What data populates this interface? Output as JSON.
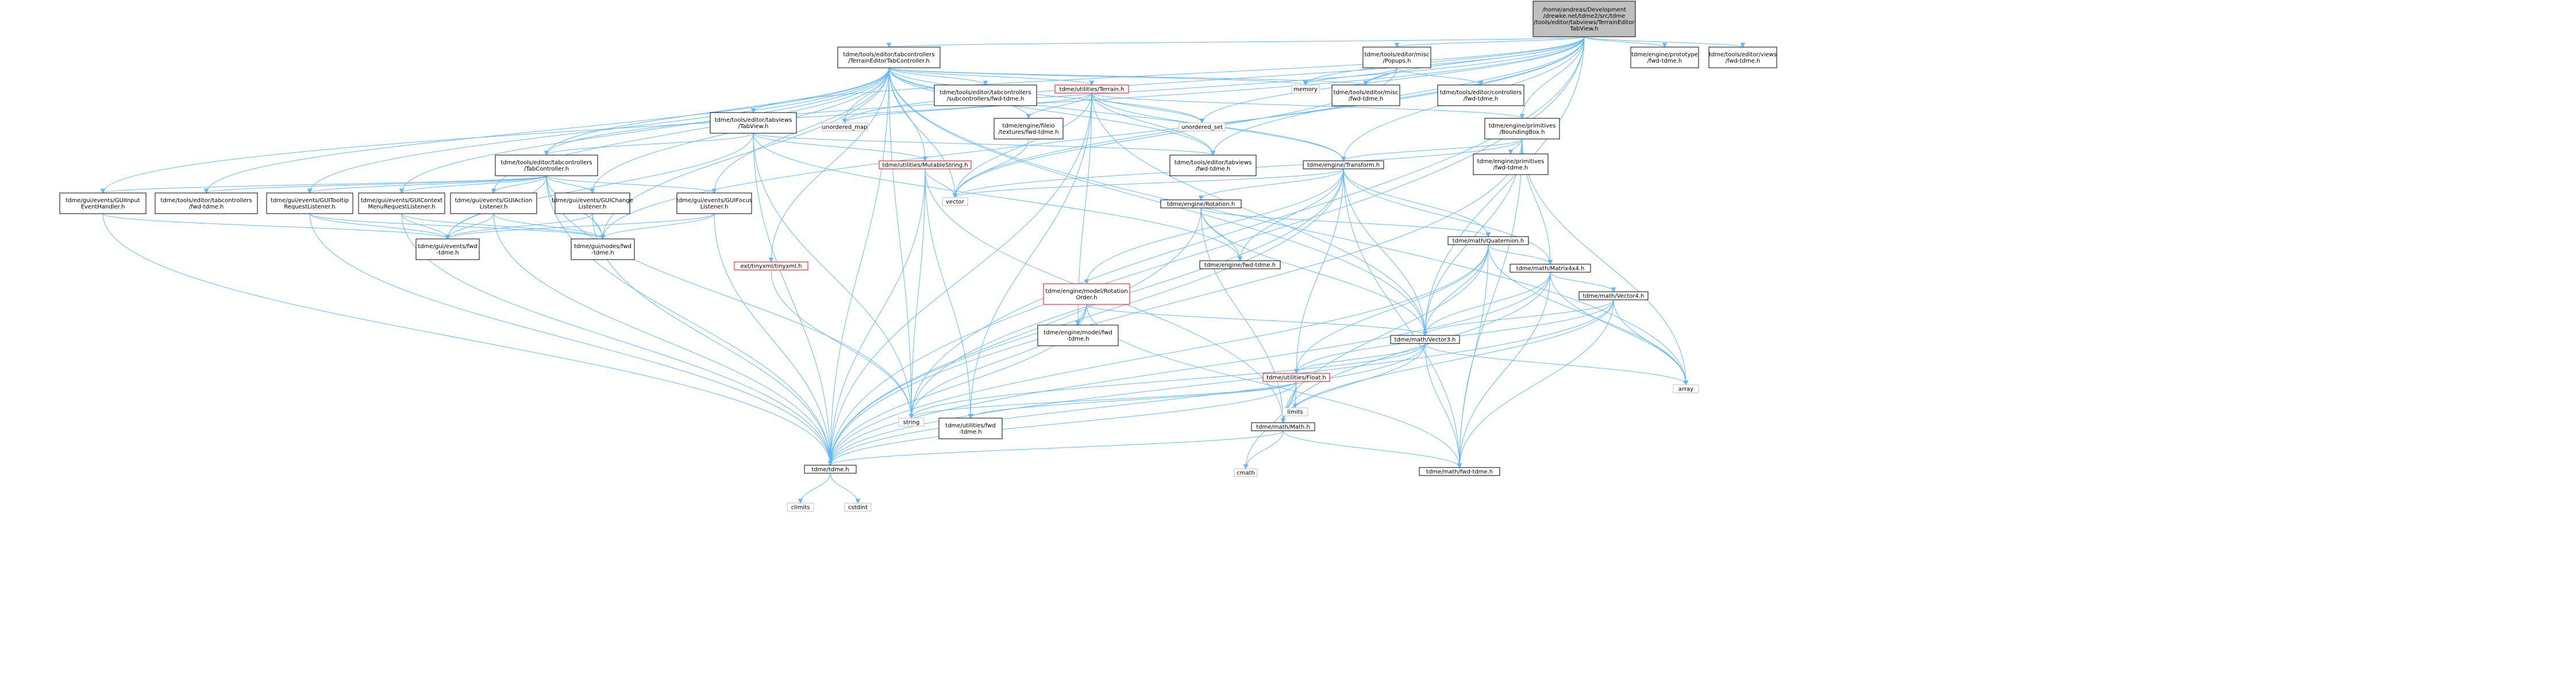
{
  "colors": {
    "edge": "#63b8ff",
    "node_border": "#000000",
    "external_border": "#bfbfbf",
    "external_text": "#7f7f7f",
    "root_fill": "#bfbfbf",
    "node_fill": "#ffffff",
    "truncated_border": "#ff0000"
  },
  "nodes": [
    {
      "id": "root",
      "lines": [
        "/home/andreas/Development",
        "/drewke.net/tdme2/src/tdme",
        "/tools/editor/tabviews/TerrainEditor",
        "TabView.h"
      ],
      "kind": "root"
    },
    {
      "id": "tec",
      "lines": [
        "tdme/tools/editor/tabcontrollers",
        "/TerrainEditorTabController.h"
      ],
      "kind": "normal"
    },
    {
      "id": "popups",
      "lines": [
        "tdme/tools/editor/misc",
        "/Popups.h"
      ],
      "kind": "normal"
    },
    {
      "id": "proto_fwd",
      "lines": [
        "tdme/engine/prototype",
        "/fwd-tdme.h"
      ],
      "kind": "normal"
    },
    {
      "id": "views_fwd",
      "lines": [
        "tdme/tools/editor/views",
        "/fwd-tdme.h"
      ],
      "kind": "normal"
    },
    {
      "id": "subctrl_fwd",
      "lines": [
        "tdme/tools/editor/tabcontrollers",
        "/subcontrollers/fwd-tdme.h"
      ],
      "kind": "normal"
    },
    {
      "id": "terrain",
      "lines": [
        "tdme/utilities/Terrain.h"
      ],
      "kind": "truncated"
    },
    {
      "id": "memory",
      "lines": [
        "memory"
      ],
      "kind": "external"
    },
    {
      "id": "misc_fwd",
      "lines": [
        "tdme/tools/editor/misc",
        "/fwd-tdme.h"
      ],
      "kind": "normal"
    },
    {
      "id": "ctrl_fwd",
      "lines": [
        "tdme/tools/editor/controllers",
        "/fwd-tdme.h"
      ],
      "kind": "normal"
    },
    {
      "id": "tabview",
      "lines": [
        "tdme/tools/editor/tabviews",
        "/TabView.h"
      ],
      "kind": "normal"
    },
    {
      "id": "unordered_map",
      "lines": [
        "unordered_map"
      ],
      "kind": "external"
    },
    {
      "id": "fileio_fwd",
      "lines": [
        "tdme/engine/fileio",
        "/textures/fwd-tdme.h"
      ],
      "kind": "normal"
    },
    {
      "id": "unordered_set",
      "lines": [
        "unordered_set"
      ],
      "kind": "external"
    },
    {
      "id": "bbox",
      "lines": [
        "tdme/engine/primitives",
        "/BoundingBox.h"
      ],
      "kind": "normal"
    },
    {
      "id": "tabctrl",
      "lines": [
        "tdme/tools/editor/tabcontrollers",
        "/TabController.h"
      ],
      "kind": "normal"
    },
    {
      "id": "mutstr",
      "lines": [
        "tdme/utilities/MutableString.h"
      ],
      "kind": "truncated"
    },
    {
      "id": "tabviews_fwd",
      "lines": [
        "tdme/tools/editor/tabviews",
        "/fwd-tdme.h"
      ],
      "kind": "normal"
    },
    {
      "id": "transform",
      "lines": [
        "tdme/engine/Transform.h"
      ],
      "kind": "normal"
    },
    {
      "id": "prim_fwd",
      "lines": [
        "tdme/engine/primitives",
        "/fwd-tdme.h"
      ],
      "kind": "normal"
    },
    {
      "id": "input_handler",
      "lines": [
        "tdme/gui/events/GUIInput",
        "EventHandler.h"
      ],
      "kind": "normal"
    },
    {
      "id": "tabctrl_fwd",
      "lines": [
        "tdme/tools/editor/tabcontrollers",
        "/fwd-tdme.h"
      ],
      "kind": "normal"
    },
    {
      "id": "tooltip",
      "lines": [
        "tdme/gui/events/GUITooltip",
        "RequestListener.h"
      ],
      "kind": "normal"
    },
    {
      "id": "contextmenu",
      "lines": [
        "tdme/gui/events/GUIContext",
        "MenuRequestListener.h"
      ],
      "kind": "normal"
    },
    {
      "id": "action",
      "lines": [
        "tdme/gui/events/GUIAction",
        "Listener.h"
      ],
      "kind": "normal"
    },
    {
      "id": "change",
      "lines": [
        "tdme/gui/events/GUIChange",
        "Listener.h"
      ],
      "kind": "normal"
    },
    {
      "id": "focus",
      "lines": [
        "tdme/gui/events/GUIFocus",
        "Listener.h"
      ],
      "kind": "normal"
    },
    {
      "id": "vector",
      "lines": [
        "vector"
      ],
      "kind": "external"
    },
    {
      "id": "rotation",
      "lines": [
        "tdme/engine/Rotation.h"
      ],
      "kind": "normal"
    },
    {
      "id": "events_fwd",
      "lines": [
        "tdme/gui/events/fwd",
        "-tdme.h"
      ],
      "kind": "normal"
    },
    {
      "id": "nodes_fwd",
      "lines": [
        "tdme/gui/nodes/fwd",
        "-tdme.h"
      ],
      "kind": "normal"
    },
    {
      "id": "tinyxml",
      "lines": [
        "ext/tinyxml/tinyxml.h"
      ],
      "kind": "truncated"
    },
    {
      "id": "engine_fwd",
      "lines": [
        "tdme/engine/fwd-tdme.h"
      ],
      "kind": "normal"
    },
    {
      "id": "quaternion",
      "lines": [
        "tdme/math/Quaternion.h"
      ],
      "kind": "normal"
    },
    {
      "id": "matrix",
      "lines": [
        "tdme/math/Matrix4x4.h"
      ],
      "kind": "normal"
    },
    {
      "id": "rotorder",
      "lines": [
        "tdme/engine/model/Rotation",
        "Order.h"
      ],
      "kind": "truncated"
    },
    {
      "id": "vector4",
      "lines": [
        "tdme/math/Vector4.h"
      ],
      "kind": "normal"
    },
    {
      "id": "model_fwd",
      "lines": [
        "tdme/engine/model/fwd",
        "-tdme.h"
      ],
      "kind": "normal"
    },
    {
      "id": "vector3",
      "lines": [
        "tdme/math/Vector3.h"
      ],
      "kind": "normal"
    },
    {
      "id": "float",
      "lines": [
        "tdme/utilities/Float.h"
      ],
      "kind": "truncated"
    },
    {
      "id": "array",
      "lines": [
        "array"
      ],
      "kind": "external"
    },
    {
      "id": "limits",
      "lines": [
        "limits"
      ],
      "kind": "external"
    },
    {
      "id": "string",
      "lines": [
        "string"
      ],
      "kind": "external"
    },
    {
      "id": "util_fwd",
      "lines": [
        "tdme/utilities/fwd",
        "-tdme.h"
      ],
      "kind": "normal"
    },
    {
      "id": "math",
      "lines": [
        "tdme/math/Math.h"
      ],
      "kind": "normal"
    },
    {
      "id": "cmath",
      "lines": [
        "cmath"
      ],
      "kind": "external"
    },
    {
      "id": "tdme",
      "lines": [
        "tdme/tdme.h"
      ],
      "kind": "normal"
    },
    {
      "id": "math_fwd",
      "lines": [
        "tdme/math/fwd-tdme.h"
      ],
      "kind": "normal"
    },
    {
      "id": "climits",
      "lines": [
        "climits"
      ],
      "kind": "external"
    },
    {
      "id": "cstdint",
      "lines": [
        "cstdint"
      ],
      "kind": "external"
    }
  ],
  "edges": [
    [
      "root",
      "tec"
    ],
    [
      "root",
      "popups"
    ],
    [
      "root",
      "proto_fwd"
    ],
    [
      "root",
      "views_fwd"
    ],
    [
      "root",
      "tabview"
    ],
    [
      "root",
      "tabctrl"
    ],
    [
      "root",
      "tabviews_fwd"
    ],
    [
      "root",
      "memory"
    ],
    [
      "root",
      "misc_fwd"
    ],
    [
      "root",
      "bbox"
    ],
    [
      "root",
      "transform"
    ],
    [
      "root",
      "vector3"
    ],
    [
      "root",
      "vector"
    ],
    [
      "root",
      "string"
    ],
    [
      "root",
      "unordered_map"
    ],
    [
      "root",
      "unordered_set"
    ],
    [
      "root",
      "tdme"
    ],
    [
      "root",
      "input_handler"
    ],
    [
      "root",
      "nodes_fwd"
    ],
    [
      "tec",
      "subctrl_fwd"
    ],
    [
      "tec",
      "terrain"
    ],
    [
      "tec",
      "memory"
    ],
    [
      "tec",
      "misc_fwd"
    ],
    [
      "tec",
      "fileio_fwd"
    ],
    [
      "tec",
      "unordered_map"
    ],
    [
      "tec",
      "unordered_set"
    ],
    [
      "tec",
      "tabctrl"
    ],
    [
      "tec",
      "mutstr"
    ],
    [
      "tec",
      "tabviews_fwd"
    ],
    [
      "tec",
      "transform"
    ],
    [
      "tec",
      "tooltip"
    ],
    [
      "tec",
      "contextmenu"
    ],
    [
      "tec",
      "action"
    ],
    [
      "tec",
      "change"
    ],
    [
      "tec",
      "focus"
    ],
    [
      "tec",
      "vector"
    ],
    [
      "tec",
      "tinyxml"
    ],
    [
      "tec",
      "string"
    ],
    [
      "tec",
      "tdme"
    ],
    [
      "tec",
      "array"
    ],
    [
      "tec",
      "nodes_fwd"
    ],
    [
      "tec",
      "tabctrl_fwd"
    ],
    [
      "tec",
      "vector3"
    ],
    [
      "popups",
      "memory"
    ],
    [
      "popups",
      "misc_fwd"
    ],
    [
      "popups",
      "ctrl_fwd"
    ],
    [
      "popups",
      "vector"
    ],
    [
      "terrain",
      "bbox"
    ],
    [
      "terrain",
      "fileio_fwd"
    ],
    [
      "terrain",
      "transform"
    ],
    [
      "terrain",
      "unordered_map"
    ],
    [
      "terrain",
      "unordered_set"
    ],
    [
      "terrain",
      "vector3"
    ],
    [
      "terrain",
      "tdme"
    ],
    [
      "terrain",
      "vector"
    ],
    [
      "terrain",
      "model_fwd"
    ],
    [
      "terrain",
      "util_fwd"
    ],
    [
      "terrain",
      "tabviews_fwd"
    ],
    [
      "tabview",
      "tabctrl"
    ],
    [
      "tabview",
      "mutstr"
    ],
    [
      "tabview",
      "tabviews_fwd"
    ],
    [
      "tabview",
      "engine_fwd"
    ],
    [
      "tabview",
      "string"
    ],
    [
      "tabview",
      "tdme"
    ],
    [
      "tabview",
      "events_fwd"
    ],
    [
      "fileio_fwd",
      "vector"
    ],
    [
      "bbox",
      "transform"
    ],
    [
      "bbox",
      "prim_fwd"
    ],
    [
      "bbox",
      "vector3"
    ],
    [
      "bbox",
      "matrix"
    ],
    [
      "bbox",
      "math_fwd"
    ],
    [
      "bbox",
      "array"
    ],
    [
      "bbox",
      "vector"
    ],
    [
      "bbox",
      "tdme"
    ],
    [
      "tabctrl",
      "input_handler"
    ],
    [
      "tabctrl",
      "tabctrl_fwd"
    ],
    [
      "tabctrl",
      "tooltip"
    ],
    [
      "tabctrl",
      "contextmenu"
    ],
    [
      "tabctrl",
      "action"
    ],
    [
      "tabctrl",
      "change"
    ],
    [
      "tabctrl",
      "focus"
    ],
    [
      "tabctrl",
      "events_fwd"
    ],
    [
      "tabctrl",
      "nodes_fwd"
    ],
    [
      "tabctrl",
      "string"
    ],
    [
      "tabctrl",
      "tdme"
    ],
    [
      "mutstr",
      "vector"
    ],
    [
      "mutstr",
      "string"
    ],
    [
      "mutstr",
      "tdme"
    ],
    [
      "mutstr",
      "util_fwd"
    ],
    [
      "mutstr",
      "math"
    ],
    [
      "transform",
      "rotation"
    ],
    [
      "transform",
      "quaternion"
    ],
    [
      "transform",
      "matrix"
    ],
    [
      "transform",
      "vector3"
    ],
    [
      "transform",
      "engine_fwd"
    ],
    [
      "transform",
      "rotorder"
    ],
    [
      "transform",
      "vector"
    ],
    [
      "transform",
      "string"
    ],
    [
      "transform",
      "tdme"
    ],
    [
      "transform",
      "math_fwd"
    ],
    [
      "transform",
      "float"
    ],
    [
      "input_handler",
      "events_fwd"
    ],
    [
      "input_handler",
      "tdme"
    ],
    [
      "tooltip",
      "events_fwd"
    ],
    [
      "tooltip",
      "nodes_fwd"
    ],
    [
      "tooltip",
      "tdme"
    ],
    [
      "contextmenu",
      "events_fwd"
    ],
    [
      "contextmenu",
      "nodes_fwd"
    ],
    [
      "contextmenu",
      "tdme"
    ],
    [
      "action",
      "events_fwd"
    ],
    [
      "action",
      "nodes_fwd"
    ],
    [
      "action",
      "tdme"
    ],
    [
      "change",
      "events_fwd"
    ],
    [
      "change",
      "nodes_fwd"
    ],
    [
      "change",
      "tdme"
    ],
    [
      "focus",
      "events_fwd"
    ],
    [
      "focus",
      "nodes_fwd"
    ],
    [
      "focus",
      "tdme"
    ],
    [
      "rotation",
      "quaternion"
    ],
    [
      "rotation",
      "vector3"
    ],
    [
      "rotation",
      "engine_fwd"
    ],
    [
      "rotation",
      "math"
    ],
    [
      "rotation",
      "tdme"
    ],
    [
      "tinyxml",
      "string"
    ],
    [
      "quaternion",
      "matrix"
    ],
    [
      "quaternion",
      "vector3"
    ],
    [
      "quaternion",
      "math"
    ],
    [
      "quaternion",
      "float"
    ],
    [
      "quaternion",
      "array"
    ],
    [
      "quaternion",
      "tdme"
    ],
    [
      "quaternion",
      "math_fwd"
    ],
    [
      "matrix",
      "vector4"
    ],
    [
      "matrix",
      "vector3"
    ],
    [
      "matrix",
      "math"
    ],
    [
      "matrix",
      "array"
    ],
    [
      "matrix",
      "tdme"
    ],
    [
      "matrix",
      "math_fwd"
    ],
    [
      "rotorder",
      "vector3"
    ],
    [
      "rotorder",
      "model_fwd"
    ],
    [
      "rotorder",
      "string"
    ],
    [
      "rotorder",
      "tdme"
    ],
    [
      "rotorder",
      "math_fwd"
    ],
    [
      "vector4",
      "vector3"
    ],
    [
      "vector4",
      "math"
    ],
    [
      "vector4",
      "float"
    ],
    [
      "vector4",
      "array"
    ],
    [
      "vector4",
      "tdme"
    ],
    [
      "vector4",
      "math_fwd"
    ],
    [
      "vector3",
      "math"
    ],
    [
      "vector3",
      "float"
    ],
    [
      "vector3",
      "array"
    ],
    [
      "vector3",
      "tdme"
    ],
    [
      "vector3",
      "math_fwd"
    ],
    [
      "vector3",
      "string"
    ],
    [
      "float",
      "limits"
    ],
    [
      "float",
      "math"
    ],
    [
      "float",
      "string"
    ],
    [
      "float",
      "tdme"
    ],
    [
      "float",
      "util_fwd"
    ],
    [
      "float",
      "cmath"
    ],
    [
      "math",
      "cmath"
    ],
    [
      "math",
      "tdme"
    ],
    [
      "math",
      "math_fwd"
    ],
    [
      "tdme",
      "climits"
    ],
    [
      "tdme",
      "cstdint"
    ]
  ]
}
